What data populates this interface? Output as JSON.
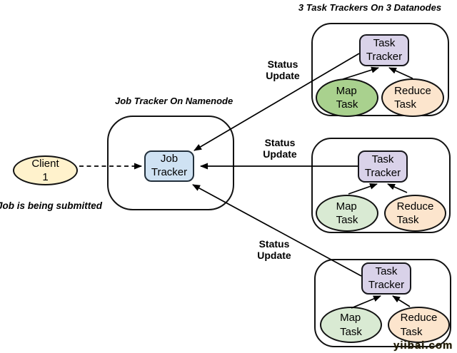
{
  "header": {
    "datanodes_title": "3 Task Trackers On 3 Datanodes"
  },
  "namenode": {
    "caption": "Job Tracker On Namenode",
    "job_tracker_label": "Job\nTracker"
  },
  "client": {
    "label": "Client\n1",
    "annotation": "Job is being submitted"
  },
  "status_updates": [
    {
      "label": "Status\nUpdate"
    },
    {
      "label": "Status\nUpdate"
    },
    {
      "label": "Status\nUpdate"
    }
  ],
  "datanodes": [
    {
      "task_tracker": "Task\nTracker",
      "map_task": "Map\nTask",
      "reduce_task": "Reduce\nTask"
    },
    {
      "task_tracker": "Task\nTracker",
      "map_task": "Map\nTask",
      "reduce_task": "Reduce\nTask"
    },
    {
      "task_tracker": "Task\nTracker",
      "map_task": "Map\nTask",
      "reduce_task": "Reduce\nTask"
    }
  ],
  "watermark": "yiibai.com",
  "colors": {
    "task_tracker_fill": "#d9d2e9",
    "job_tracker_fill": "#cfe2f3",
    "client_fill": "#fff2cc",
    "map_dark_fill": "#a9d18e",
    "map_light_fill": "#d9ead3",
    "reduce_fill": "#fce5cd",
    "line": "#000000"
  }
}
